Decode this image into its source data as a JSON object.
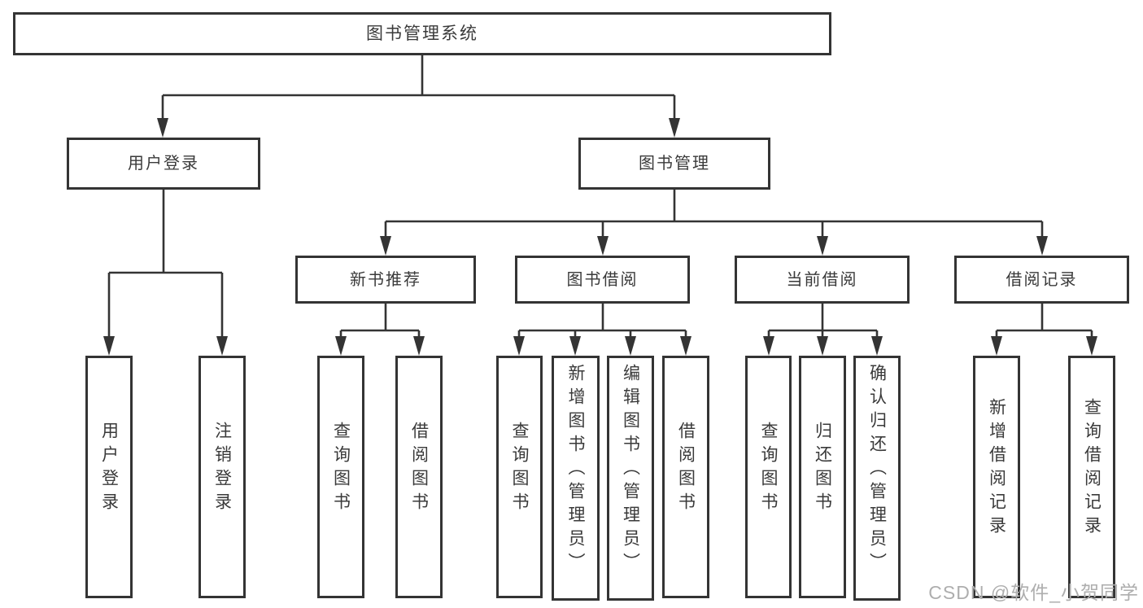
{
  "diagram": {
    "title": "图书管理系统",
    "type": "hierarchy-tree",
    "colors": {
      "line": "#343434",
      "box_border": "#343434",
      "text": "#3a3a3a",
      "background": "#ffffff",
      "watermark": "#aeaeae"
    },
    "watermark": "CSDN @软件_小贺同学",
    "hierarchy": {
      "label": "图书管理系统",
      "children": [
        {
          "label": "用户登录",
          "children": [
            {
              "label": "用户登录"
            },
            {
              "label": "注销登录"
            }
          ]
        },
        {
          "label": "图书管理",
          "children": [
            {
              "label": "新书推荐",
              "children": [
                {
                  "label": "查询图书"
                },
                {
                  "label": "借阅图书"
                }
              ]
            },
            {
              "label": "图书借阅",
              "children": [
                {
                  "label": "查询图书"
                },
                {
                  "label": "新增图书（管理员）"
                },
                {
                  "label": "编辑图书（管理员）"
                },
                {
                  "label": "借阅图书"
                }
              ]
            },
            {
              "label": "当前借阅",
              "children": [
                {
                  "label": "查询图书"
                },
                {
                  "label": "归还图书"
                },
                {
                  "label": "确认归还（管理员）"
                }
              ]
            },
            {
              "label": "借阅记录",
              "children": [
                {
                  "label": "新增借阅记录"
                },
                {
                  "label": "查询借阅记录"
                }
              ]
            }
          ]
        }
      ]
    }
  }
}
